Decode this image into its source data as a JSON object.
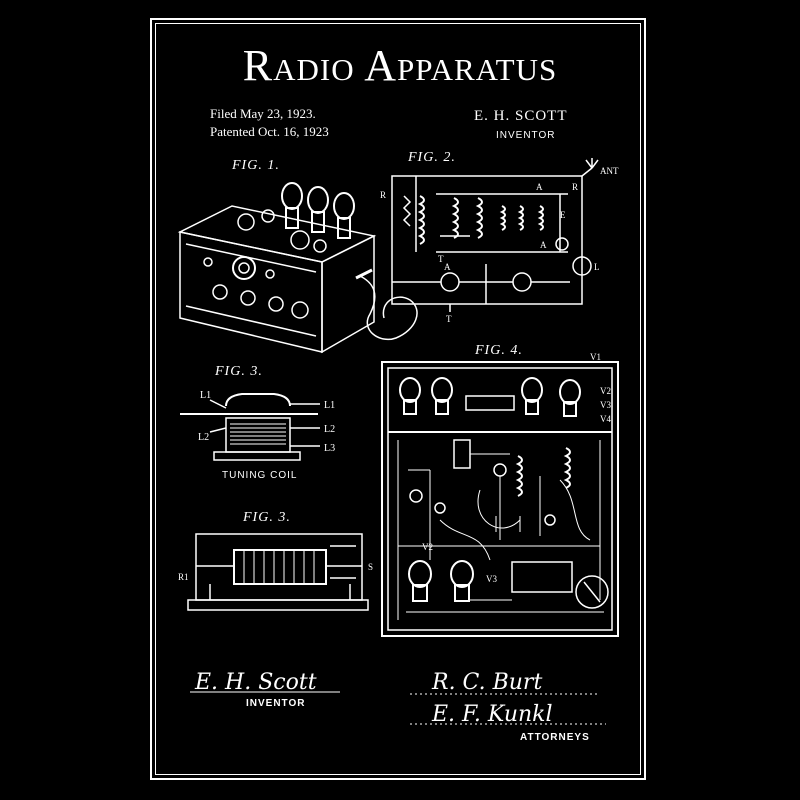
{
  "header": {
    "title": "Radio Apparatus",
    "filed": "Filed May 23, 1923.",
    "patented": "Patented Oct. 16, 1923",
    "inventor_name": "E. H. SCOTT",
    "inventor_role": "INVENTOR"
  },
  "figures": {
    "fig1": "FIG. 1.",
    "fig2": "FIG. 2.",
    "fig3a": "FIG. 3.",
    "fig3b": "FIG. 3.",
    "fig4": "FIG. 4.",
    "tuning_coil": "TUNING COIL",
    "fig2_labels": [
      "ANT",
      "R",
      "R",
      "A",
      "A",
      "L",
      "T",
      "T",
      "A",
      "E"
    ],
    "fig3_labels": [
      "L1",
      "L1",
      "L2",
      "L2",
      "L3",
      "R1",
      "S"
    ],
    "fig4_labels": [
      "V1",
      "V2",
      "V3",
      "V4",
      "V2",
      "V3"
    ]
  },
  "signatures": {
    "inventor_sig": "E. H. Scott",
    "inventor_role": "INVENTOR",
    "attorney1_sig": "R. C. Burt",
    "attorney2_sig": "E. F. Kunkl",
    "attorneys_role": "ATTORNEYS"
  },
  "colors": {
    "background": "#000000",
    "ink": "#ffffff"
  }
}
